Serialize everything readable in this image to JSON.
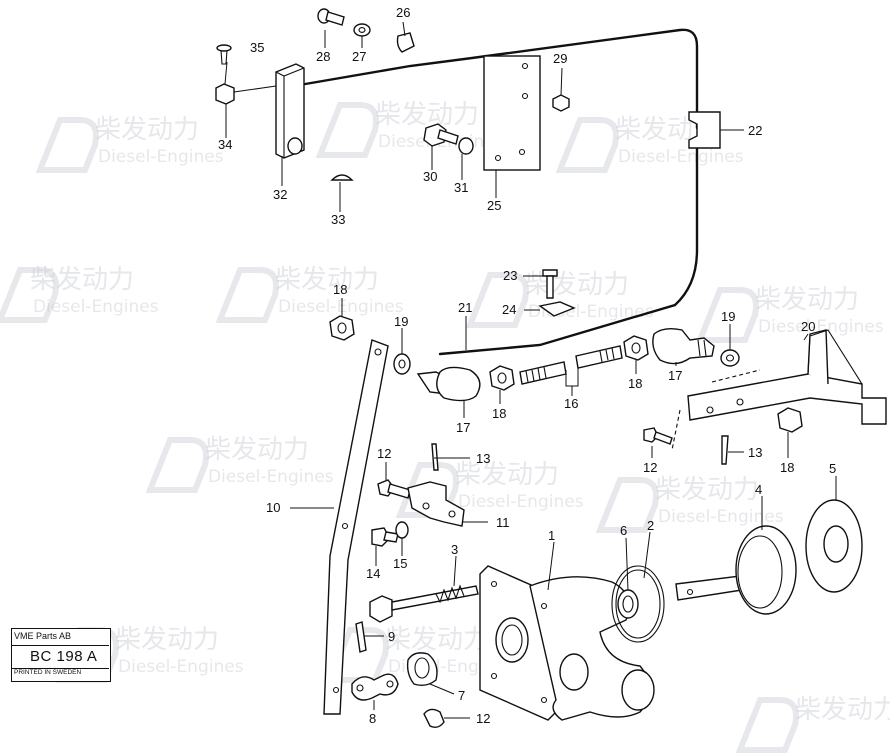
{
  "watermark": {
    "brand": "柴发动力",
    "sub": "Diesel-Engines"
  },
  "plate": {
    "title": "VME Parts AB",
    "code": "BC 198 A",
    "footer": "PRINTED IN SWEDEN"
  },
  "callouts": {
    "c1": "1",
    "c2": "2",
    "c3": "3",
    "c4": "4",
    "c5": "5",
    "c6": "6",
    "c7": "7",
    "c8": "8",
    "c9": "9",
    "c10": "10",
    "c11": "11",
    "c12a": "12",
    "c12b": "12",
    "c12c": "12",
    "c13a": "13",
    "c13b": "13",
    "c14": "14",
    "c15": "15",
    "c16": "16",
    "c17a": "17",
    "c17b": "17",
    "c18a": "18",
    "c18b": "18",
    "c18c": "18",
    "c18d": "18",
    "c19a": "19",
    "c19b": "19",
    "c20": "20",
    "c21": "21",
    "c22": "22",
    "c23": "23",
    "c24": "24",
    "c25": "25",
    "c26": "26",
    "c27": "27",
    "c28": "28",
    "c29": "29",
    "c30": "30",
    "c31": "31",
    "c32": "32",
    "c33": "33",
    "c34": "34",
    "c35": "35"
  }
}
